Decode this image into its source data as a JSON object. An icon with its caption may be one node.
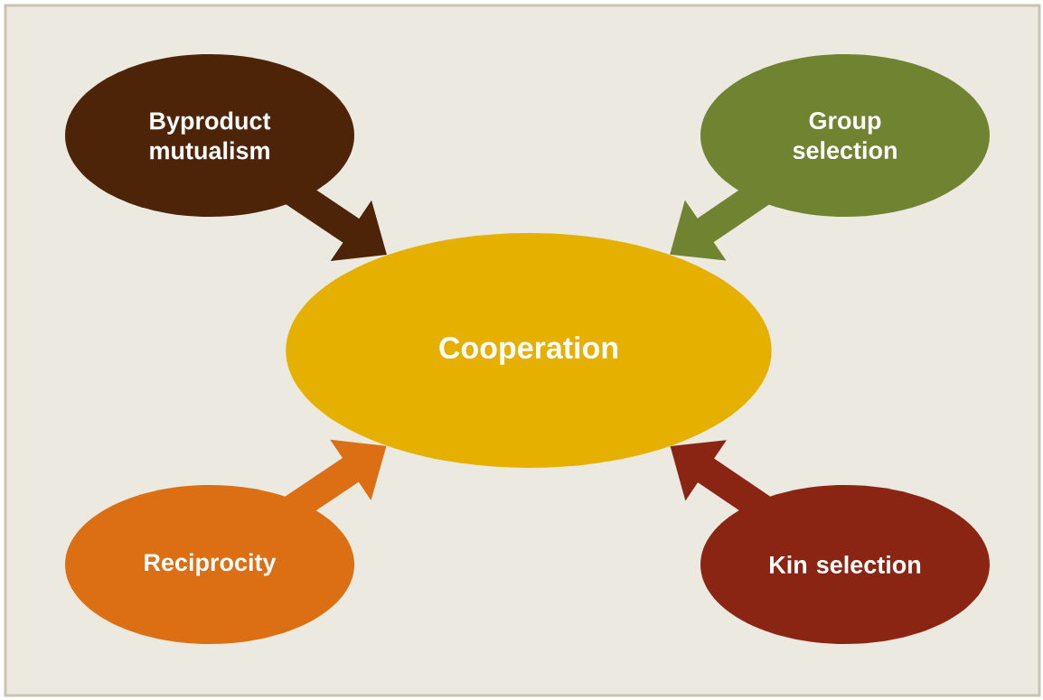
{
  "diagram": {
    "nodes": [
      {
        "text": [
          "Byproduct mutualism"
        ]
      },
      {
        "text": [
          "Group selection"
        ]
      },
      {
        "text": [
          "Cooperation"
        ]
      },
      {
        "text": [
          "Reciprocity"
        ]
      },
      {
        "text": [
          "Kin selection"
        ]
      }
    ],
    "edges": [
      {
        "from": 0,
        "to": 2,
        "arrow": "to",
        "color": "#4e2408"
      },
      {
        "from": 1,
        "to": 2,
        "arrow": "to",
        "color": "#6f8330"
      },
      {
        "from": 3,
        "to": 2,
        "arrow": "to",
        "color": "#dc6e14"
      },
      {
        "from": 4,
        "to": 2,
        "arrow": "to",
        "color": "#8b2513"
      }
    ]
  }
}
